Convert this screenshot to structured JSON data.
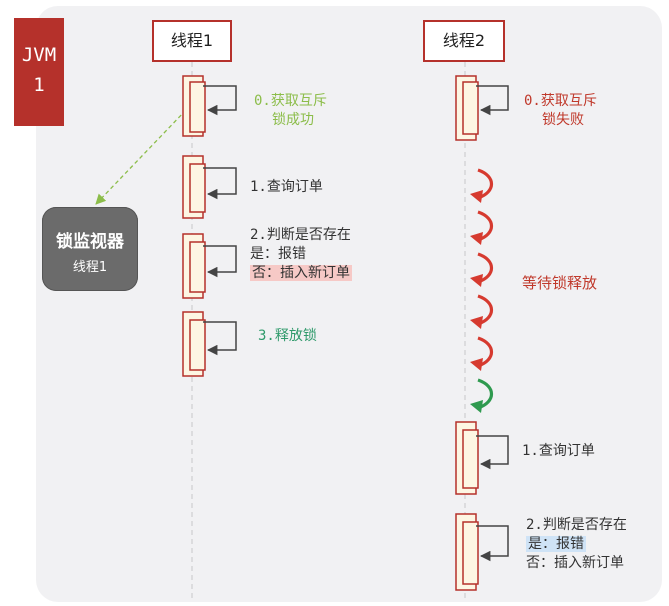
{
  "jvm": {
    "line1": "JVM",
    "line2": "1"
  },
  "thread1": {
    "title": "线程1",
    "steps": [
      {
        "lines": [
          "0.获取互斥",
          "锁成功"
        ],
        "color": "#8cbd4a"
      },
      {
        "lines": [
          "1.查询订单"
        ],
        "color": "#333333"
      },
      {
        "lines": [
          "2.判断是否存在",
          "是：报错",
          "否：插入新订单"
        ],
        "color": "#333333",
        "highlight_line": 2
      },
      {
        "lines": [
          "3.释放锁"
        ],
        "color": "#2f9a6b"
      }
    ]
  },
  "thread2": {
    "title": "线程2",
    "steps": [
      {
        "lines": [
          "0.获取互斥",
          "锁失败"
        ],
        "color": "#c0392b"
      },
      {
        "lines": [
          "1.查询订单"
        ],
        "color": "#333333"
      },
      {
        "lines": [
          "2.判断是否存在",
          "是：报错",
          "否：插入新订单"
        ],
        "color": "#333333",
        "highlight_line": 1
      }
    ],
    "wait_label": "等待锁释放"
  },
  "monitor": {
    "title": "锁监视器",
    "subtitle": "线程1"
  },
  "colors": {
    "accent_red": "#b5312b",
    "activation_fill": "#fdf6e3",
    "wait_arrow_red": "#d63a2f",
    "wait_arrow_green": "#2f9a4f",
    "monitor_bg": "#6b6b6b",
    "dashed_arrow": "#8cbd4a"
  }
}
